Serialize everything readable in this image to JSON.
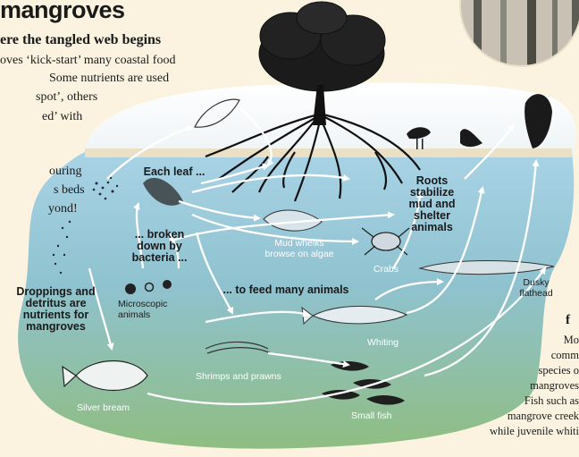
{
  "header": {
    "title": "mangroves",
    "subtitle": "ere the tangled web begins",
    "intro_lines": [
      "oves ‘kick-start’ many coastal food",
      "Some nutrients are used",
      "spot’, others",
      "ed’ with",
      "ouring",
      "s beds",
      "yond!"
    ]
  },
  "labels": {
    "each_leaf": "Each leaf ...",
    "broken_down": "... broken down by bacteria ...",
    "roots": "Roots stabilize mud and shelter animals",
    "droppings": "Droppings and detritus are nutrients for mangroves",
    "feed_many": "... to feed many animals"
  },
  "captions": {
    "microscopic": "Microscopic animals",
    "mud_whelks": "Mud whelks browse on algae",
    "crabs": "Crabs",
    "dusky_flathead": "Dusky flathead",
    "whiting": "Whiting",
    "shrimps": "Shrimps and prawns",
    "small_fish": "Small fish",
    "silver_bream": "Silver bream"
  },
  "side_text": {
    "heading_fragment": "f",
    "lines": [
      "Mo",
      "comm",
      "species o",
      "mangroves",
      "Fish such as",
      "mangrove creek",
      "while juvenile whiti"
    ]
  },
  "colors": {
    "paper": "#fbf3df",
    "water_top": "#9fcbe0",
    "water_bottom": "#8dba84",
    "arrow": "#ffffff",
    "sand": "#ebe0c6"
  }
}
